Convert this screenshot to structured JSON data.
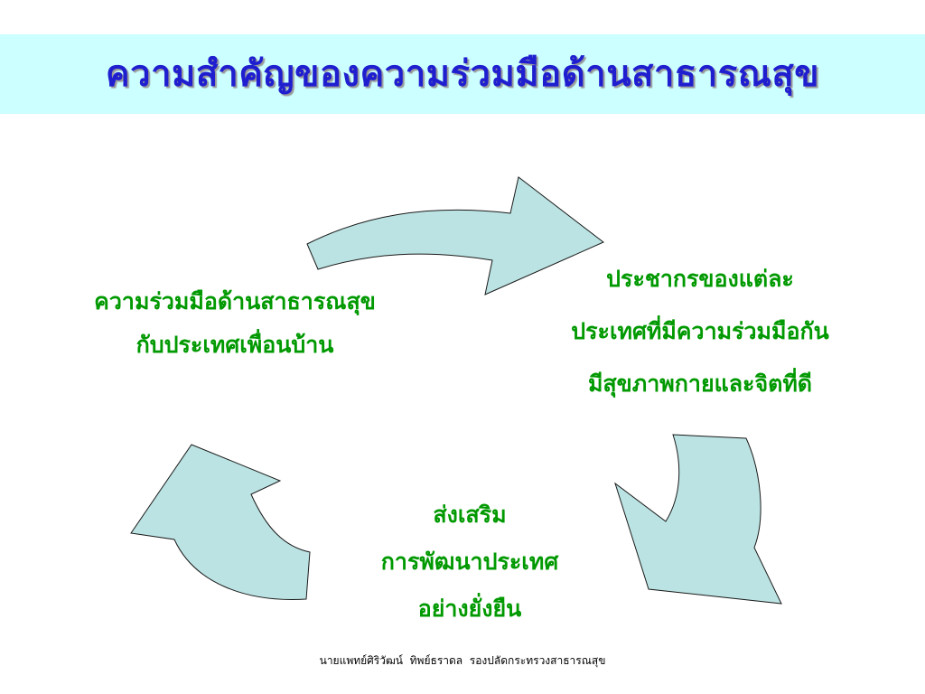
{
  "slide": {
    "title": "ความสำคัญของความร่วมมือด้านสาธารณสุข",
    "left_label": {
      "line1": "ความร่วมมือด้านสาธารณสุข",
      "line2": "กับประเทศเพื่อนบ้าน"
    },
    "right_label": {
      "line1": "ประชากรของแต่ละ",
      "line2": "ประเทศที่มีความร่วมมือกัน",
      "line3": "มีสุขภาพกายและจิตที่ดี"
    },
    "bottom_label": {
      "line1": "ส่งเสริม",
      "line2": "การพัฒนาประเทศ",
      "line3": "อย่างยั่งยืน"
    },
    "footer": "นายแพทย์ศิริวัฒน์  ทิพย์ธราดล  รองปลัดกระทรวงสาธารณสุข"
  },
  "colors": {
    "title_bar": "#ccffff",
    "title_text": "#1f1fd0",
    "label_text": "#009900",
    "arrow_fill": "#bce3e3",
    "arrow_stroke": "#1a1a1a"
  },
  "icons": {
    "top_arrow": "curved-arrow-right-icon",
    "right_arrow": "curved-arrow-down-icon",
    "left_arrow": "curved-arrow-up-icon"
  }
}
